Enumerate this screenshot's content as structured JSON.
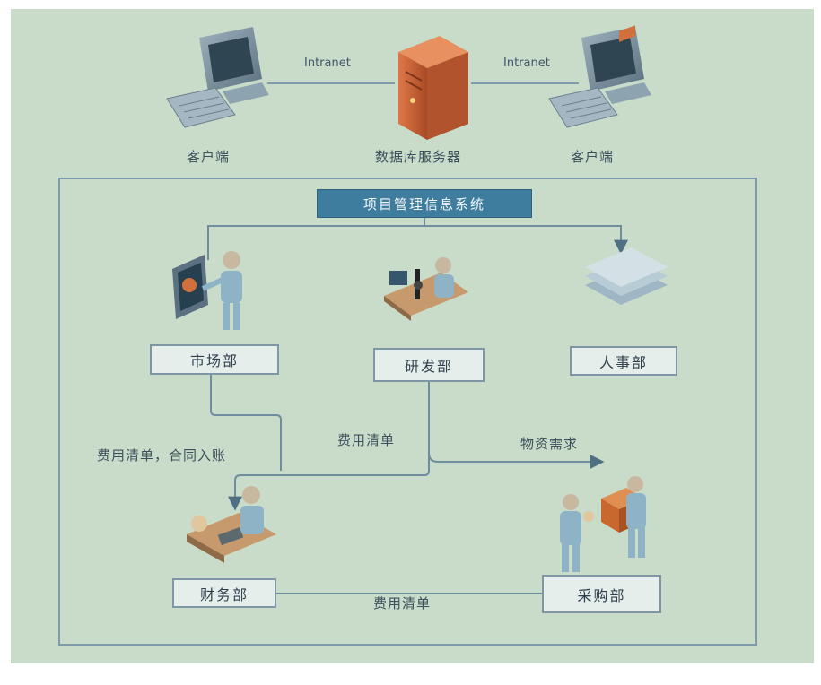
{
  "network": {
    "link_left": "Intranet",
    "link_right": "Intranet",
    "client_left": "客户端",
    "server": "数据库服务器",
    "client_right": "客户端"
  },
  "system": {
    "title": "项目管理信息系统"
  },
  "departments": {
    "marketing": "市场部",
    "rnd": "研发部",
    "hr": "人事部",
    "finance": "财务部",
    "purchasing": "采购部"
  },
  "flows": {
    "marketing_to_finance": "费用清单，合同入账",
    "rnd_to_finance": "费用清单",
    "rnd_to_purchasing": "物资需求",
    "finance_purchasing": "费用清单"
  },
  "icons": [
    "computer-icon",
    "server-icon",
    "person-board-icon",
    "person-microscope-icon",
    "documents-icon",
    "person-desk-icon",
    "people-box-icon"
  ],
  "colors": {
    "background": "#c9dcc9",
    "title_box": "#3f7d9f",
    "lines": "#6f8d9f",
    "server": "#c8643a"
  }
}
